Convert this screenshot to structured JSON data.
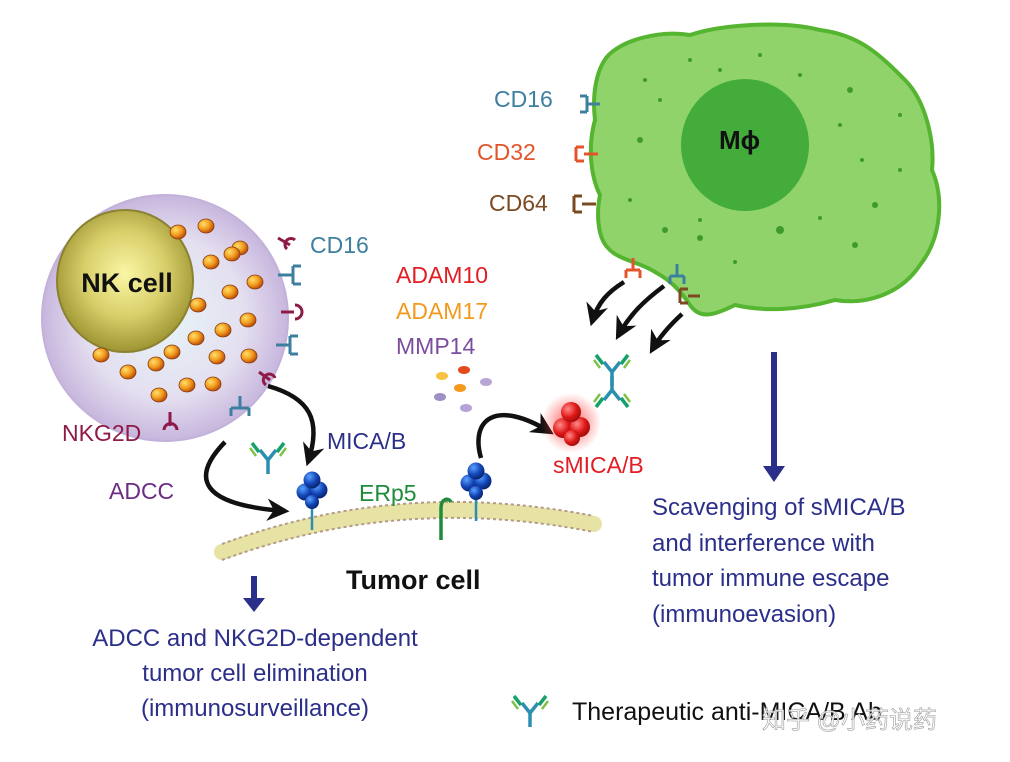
{
  "nk": {
    "cell_label": "NK cell",
    "cd16_label": "CD16",
    "nkg2d_label": "NKG2D",
    "adcc_label": "ADCC",
    "mica_label": "MICA/B"
  },
  "macrophage": {
    "label": "Mϕ",
    "cd16_label": "CD16",
    "cd32_label": "CD32",
    "cd64_label": "CD64"
  },
  "proteases": [
    "ADAM10",
    "ADAM17",
    "MMP14"
  ],
  "erp5_label": "ERp5",
  "smica_label": "sMICA/B",
  "tumor_label": "Tumor cell",
  "outcome_left": [
    "ADCC and NKG2D-dependent",
    "tumor cell elimination",
    "(immunosurveillance)"
  ],
  "outcome_right": [
    "Scavenging of sMICA/B",
    "and interference with",
    "tumor immune escape",
    "(immunoevasion)"
  ],
  "legend_label": "Therapeutic anti-MICA/B Ab",
  "watermark": "知乎 @小药说药",
  "colors": {
    "cd16": "#3e7fa0",
    "cd32": "#e2552b",
    "cd64": "#7a4a22",
    "nkg2d": "#8e1b47",
    "adam10": "#e21d24",
    "adam17": "#f39a1e",
    "mmp14": "#7b4e9e",
    "text_blue": "#2b2f8a",
    "adcc_purple": "#6b2d82",
    "erp5_green": "#1e8c3a",
    "smica_red": "#e21d24"
  }
}
